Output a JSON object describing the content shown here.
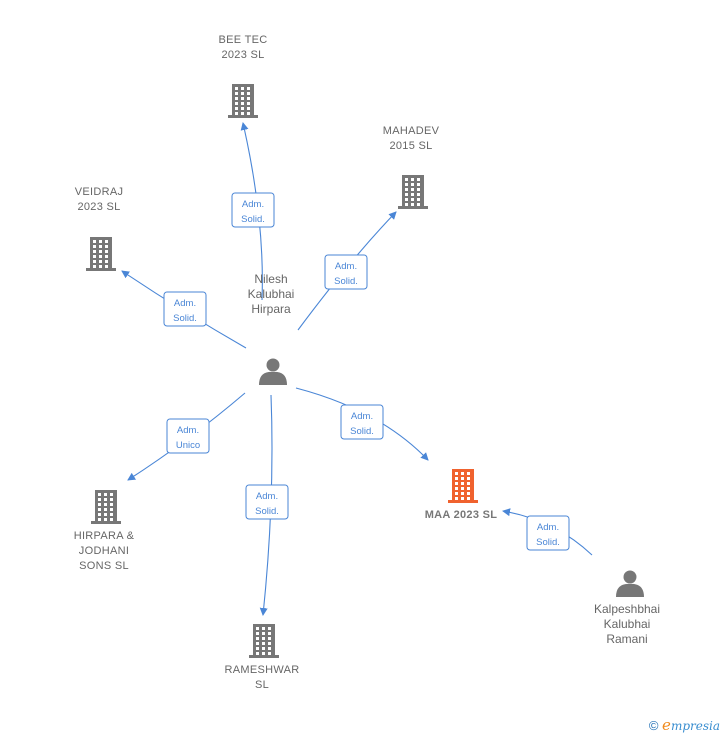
{
  "nodes": {
    "bee_tec": {
      "lines": [
        "BEE TEC",
        "2023  SL"
      ],
      "type": "company"
    },
    "mahadev": {
      "lines": [
        "MAHADEV",
        "2015  SL"
      ],
      "type": "company"
    },
    "veidraj": {
      "lines": [
        "VEIDRAJ",
        "2023  SL"
      ],
      "type": "company"
    },
    "hirpara_jodhani": {
      "lines": [
        "HIRPARA &",
        "JODHANI",
        "SONS  SL"
      ],
      "type": "company"
    },
    "rameshwar": {
      "lines": [
        "RAMESHWAR",
        "SL"
      ],
      "type": "company"
    },
    "maa_2023": {
      "lines": [
        "MAA 2023  SL"
      ],
      "type": "company-focus"
    },
    "nilesh": {
      "lines": [
        "Nilesh",
        "Kalubhai",
        "Hirpara"
      ],
      "type": "person"
    },
    "kalpeshbhai": {
      "lines": [
        "Kalpeshbhai",
        "Kalubhai",
        "Ramani"
      ],
      "type": "person"
    }
  },
  "edges": [
    {
      "from": "nilesh",
      "to": "bee_tec",
      "label": [
        "Adm.",
        "Solid."
      ]
    },
    {
      "from": "nilesh",
      "to": "mahadev",
      "label": [
        "Adm.",
        "Solid."
      ]
    },
    {
      "from": "nilesh",
      "to": "veidraj",
      "label": [
        "Adm.",
        "Solid."
      ]
    },
    {
      "from": "nilesh",
      "to": "hirpara_jodhani",
      "label": [
        "Adm.",
        "Unico"
      ]
    },
    {
      "from": "nilesh",
      "to": "rameshwar",
      "label": [
        "Adm.",
        "Solid."
      ]
    },
    {
      "from": "nilesh",
      "to": "maa_2023",
      "label": [
        "Adm.",
        "Solid."
      ]
    },
    {
      "from": "kalpeshbhai",
      "to": "maa_2023",
      "label": [
        "Adm.",
        "Solid."
      ]
    }
  ],
  "colors": {
    "edge": "#4a86d6",
    "company_icon": "#777777",
    "focus_icon": "#f0622e",
    "person_icon": "#777777",
    "label_text": "#666666"
  },
  "footer": {
    "copyright": "©",
    "brand_initial": "e",
    "brand_rest": "mpresia"
  }
}
